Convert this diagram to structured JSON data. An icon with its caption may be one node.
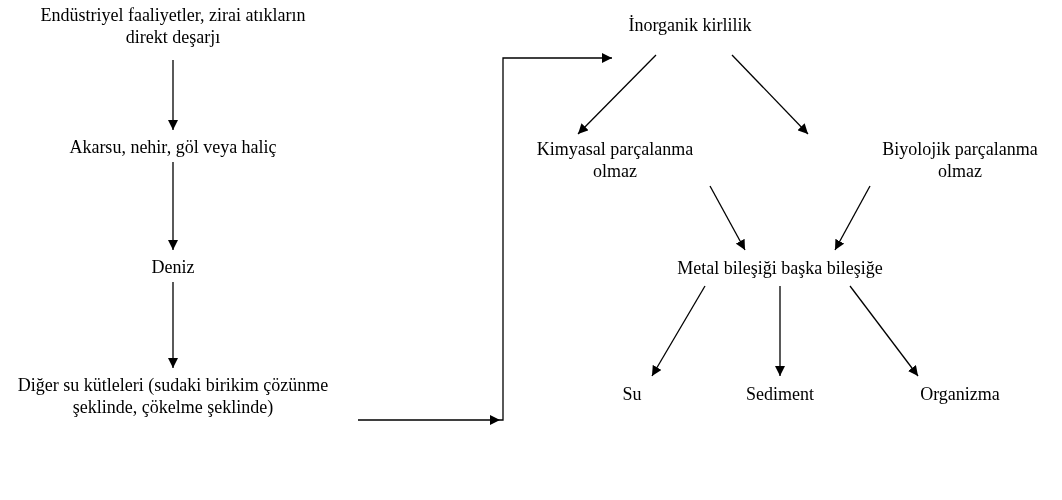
{
  "diagram": {
    "nodes": [
      {
        "text": [
          "Endüstriyel faaliyetler, zirai atıkların direkt deşarjı"
        ]
      },
      {
        "text": [
          "Akarsu, nehir, göl veya haliç"
        ]
      },
      {
        "text": [
          "Deniz"
        ]
      },
      {
        "text": [
          "Diğer su kütleleri (sudaki birikim çözünme şeklinde, çökelme şeklinde)"
        ]
      },
      {
        "text": [
          "İnorganik kirlilik"
        ]
      },
      {
        "text": [
          "Kimyasal parçalanma olmaz"
        ]
      },
      {
        "text": [
          "Biyolojik parçalanma olmaz"
        ]
      },
      {
        "text": [
          "Metal bileşiği başka bileşiğe"
        ]
      },
      {
        "text": [
          "Su"
        ]
      },
      {
        "text": [
          "Sediment"
        ]
      },
      {
        "text": [
          "Organizma"
        ]
      }
    ],
    "edges": [
      {
        "from": 0,
        "to": 1,
        "arrow": "to"
      },
      {
        "from": 1,
        "to": 2,
        "arrow": "to"
      },
      {
        "from": 2,
        "to": 3,
        "arrow": "to"
      },
      {
        "from": 3,
        "to": 4,
        "arrow": "to"
      },
      {
        "from": 4,
        "to": 5,
        "arrow": "to"
      },
      {
        "from": 4,
        "to": 6,
        "arrow": "to"
      },
      {
        "from": 5,
        "to": 7,
        "arrow": "to"
      },
      {
        "from": 6,
        "to": 7,
        "arrow": "to"
      },
      {
        "from": 7,
        "to": 8,
        "arrow": "to"
      },
      {
        "from": 7,
        "to": 9,
        "arrow": "to"
      },
      {
        "from": 7,
        "to": 10,
        "arrow": "to"
      }
    ]
  }
}
